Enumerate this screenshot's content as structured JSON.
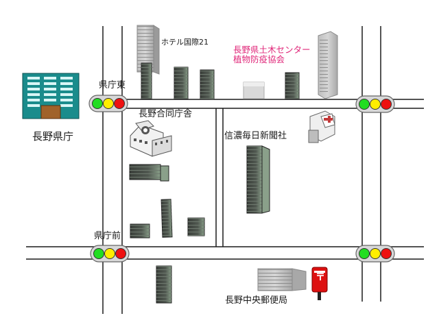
{
  "labels": {
    "prefectural_office": "長野県庁",
    "kencho_higashi": "県庁東",
    "joint_office": "長野合同庁舎",
    "hotel": "ホテル国際21",
    "civil_center_line1": "長野県土木センター",
    "civil_center_line2": "植物防疫協会",
    "newspaper": "信濃毎日新聞社",
    "kencho_mae": "県庁前",
    "post_office": "長野中央郵便局",
    "post_mark": "〒"
  },
  "colors": {
    "road": "#1a1a1a",
    "signal_green": "#22dd22",
    "signal_yellow": "#ffee00",
    "signal_red": "#ee1111",
    "office_teal": "#1a8c8c",
    "label_pink": "#e0287a",
    "postbox_red": "#dd1111"
  },
  "icons": {
    "traffic_light": "traffic-light-icon",
    "building": "building-icon",
    "hospital": "hospital-icon",
    "postbox": "postbox-icon"
  }
}
